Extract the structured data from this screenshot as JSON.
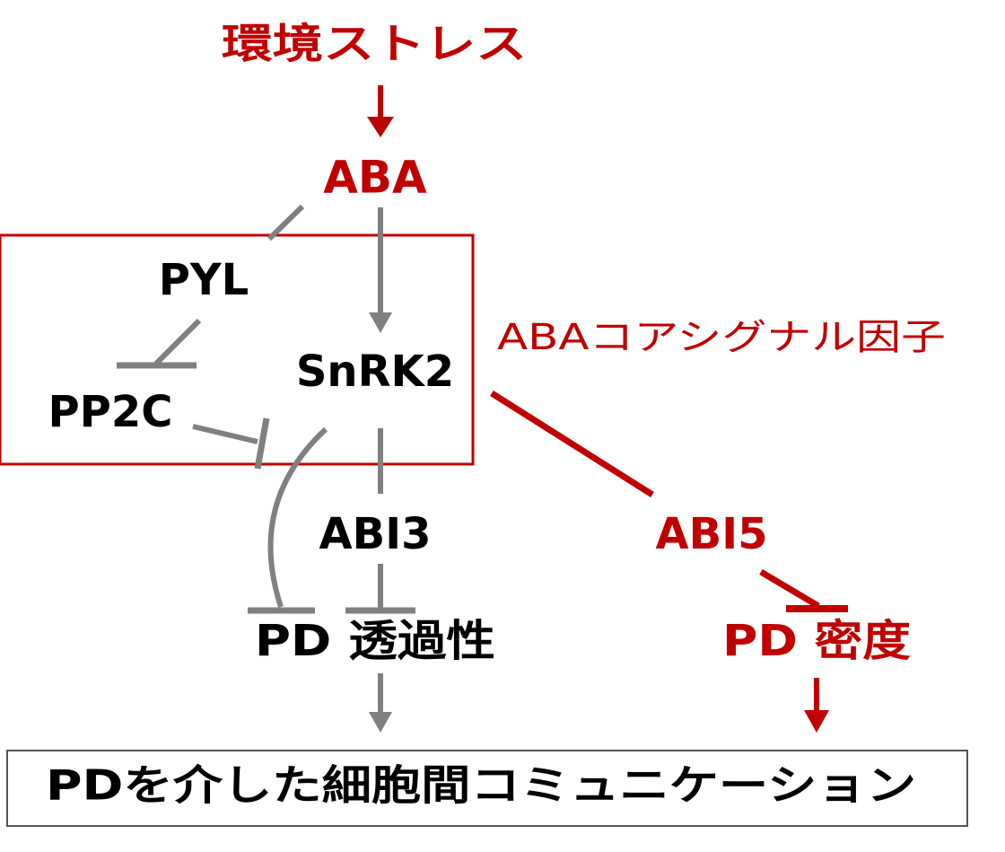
{
  "colors": {
    "accent": "#c00000",
    "edge": "#808080",
    "text": "#000000",
    "bottom_border": "#555555"
  },
  "nodes": {
    "stress": "環境ストレス",
    "aba": "ABA",
    "pyl": "PYL",
    "pp2c": "PP2C",
    "snrk2": "SnRK2",
    "core_label": "ABAコアシグナル因子",
    "abi3": "ABI3",
    "abi5": "ABI5",
    "pd_permeability": "PD 透過性",
    "pd_density": "PD 密度",
    "bottom": "PDを介した細胞間コミュニケーション"
  }
}
